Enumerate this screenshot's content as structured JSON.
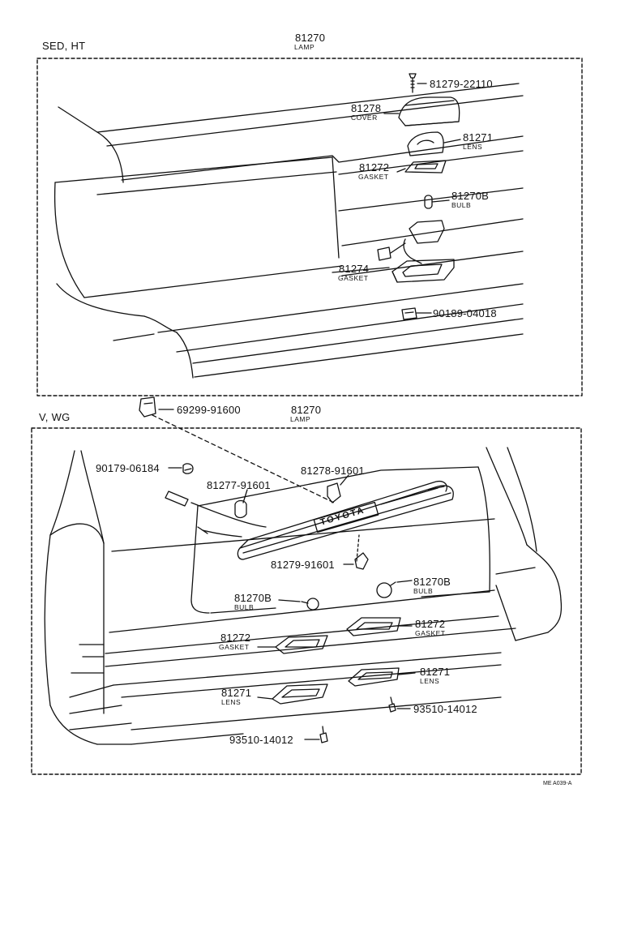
{
  "sections": {
    "sed": {
      "label": "SED, HT",
      "lamp_no": "81270",
      "lamp_name": "LAMP",
      "parts": {
        "screw": {
          "no": "81279-22110"
        },
        "cover": {
          "no": "81278",
          "name": "COVER"
        },
        "lens": {
          "no": "81271",
          "name": "LENS"
        },
        "gasket_upper": {
          "no": "81272",
          "name": "GASKET"
        },
        "bulb": {
          "no": "81270B",
          "name": "BULB"
        },
        "gasket_lower": {
          "no": "81274",
          "name": "GASKET"
        },
        "clip": {
          "no": "90189-04018"
        }
      }
    },
    "wg": {
      "label": "V, WG",
      "lamp_no": "81270",
      "lamp_name": "LAMP",
      "parts": {
        "connector": {
          "no": "69299-91600"
        },
        "clip": {
          "no": "90179-06184"
        },
        "bracket_right": {
          "no": "81278-91601"
        },
        "bracket_left": {
          "no": "81277-91601"
        },
        "bracket_bottom": {
          "no": "81279-91601"
        },
        "bulb_right": {
          "no": "81270B",
          "name": "BULB"
        },
        "bulb_left": {
          "no": "81270B",
          "name": "BULB"
        },
        "gasket_right": {
          "no": "81272",
          "name": "GASKET"
        },
        "gasket_left": {
          "no": "81272",
          "name": "GASKET"
        },
        "lens_right": {
          "no": "81271",
          "name": "LENS"
        },
        "lens_left": {
          "no": "81271",
          "name": "LENS"
        },
        "screw_right": {
          "no": "93510-14012"
        },
        "screw_left": {
          "no": "93510-14012"
        }
      }
    }
  },
  "lamp_emblem": "TOYOTA",
  "figure_code": "ME A039-A"
}
